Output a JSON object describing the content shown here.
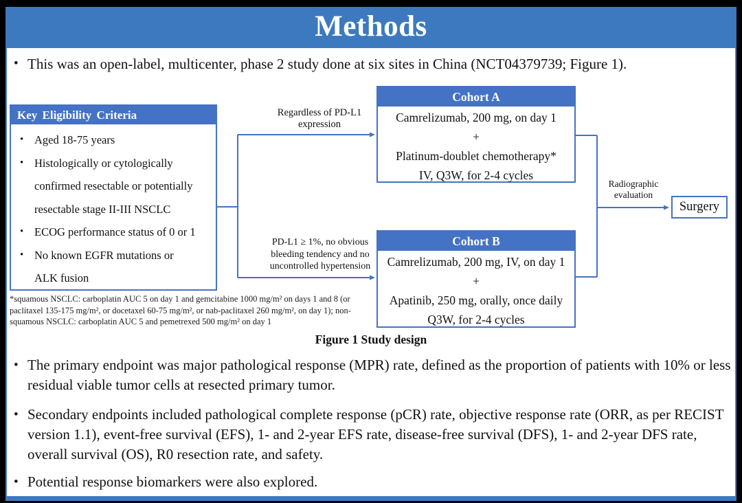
{
  "title": "Methods",
  "intro_bullet": "This was an open-label, multicenter, phase 2 study done at six sites in China (NCT04379739; Figure 1).",
  "figure": {
    "eligibility": {
      "header": "Key Eligibility Criteria",
      "items": [
        {
          "lines": [
            "Aged 18-75 years"
          ]
        },
        {
          "lines": [
            "Histologically or cytologically",
            "confirmed resectable or potentially",
            "resectable stage II-III NSCLC"
          ]
        },
        {
          "lines": [
            "ECOG performance status of 0 or 1"
          ]
        },
        {
          "lines": [
            "No known EGFR mutations or",
            "ALK fusion"
          ]
        }
      ]
    },
    "branch_labels": {
      "cohort_a_lines": [
        "Regardless of PD-L1",
        "expression"
      ],
      "cohort_b_lines": [
        "PD-L1 ≥ 1%, no obvious",
        "bleeding tendency and no",
        "uncontrolled hypertension"
      ]
    },
    "cohort_a": {
      "header": "Cohort A",
      "lines": [
        "Camrelizumab, 200 mg, on day 1",
        "+",
        "Platinum-doublet chemotherapy*",
        "IV, Q3W, for 2-4 cycles"
      ]
    },
    "cohort_b": {
      "header": "Cohort B",
      "lines": [
        "Camrelizumab, 200 mg, IV, on day 1",
        "+",
        "Apatinib, 250 mg, orally, once daily",
        "Q3W, for 2-4 cycles"
      ]
    },
    "evaluation_lines": [
      "Radiographic",
      "evaluation"
    ],
    "surgery_label": "Surgery",
    "footnote": "*squamous NSCLC: carboplatin AUC 5 on day 1 and gemcitabine 1000 mg/m² on days 1 and 8 (or paclitaxel 135-175 mg/m², or docetaxel 60-75 mg/m², or nab-paclitaxel 260 mg/m², on day 1); non-squamous NSCLC: carboplatin AUC 5 and pemetrexed 500 mg/m² on day 1",
    "caption": "Figure 1 Study design"
  },
  "bullets": [
    "The primary endpoint was major pathological response (MPR) rate, defined as the proportion of patients with 10% or less residual viable tumor cells at resected primary tumor.",
    "Secondary endpoints included pathological complete response (pCR) rate, objective response rate (ORR, as per RECIST version 1.1), event-free survival (EFS), 1- and 2-year EFS rate, disease-free survival (DFS), 1- and 2-year DFS rate, overall survival (OS), R0 resection rate, and safety.",
    "Potential response biomarkers were also explored."
  ],
  "colors": {
    "band_blue": "#3d79be",
    "accent_blue": "#4472C4",
    "frame_black": "#000000",
    "background_white": "#ffffff",
    "text_black": "#111111",
    "title_white": "#ffffff"
  }
}
